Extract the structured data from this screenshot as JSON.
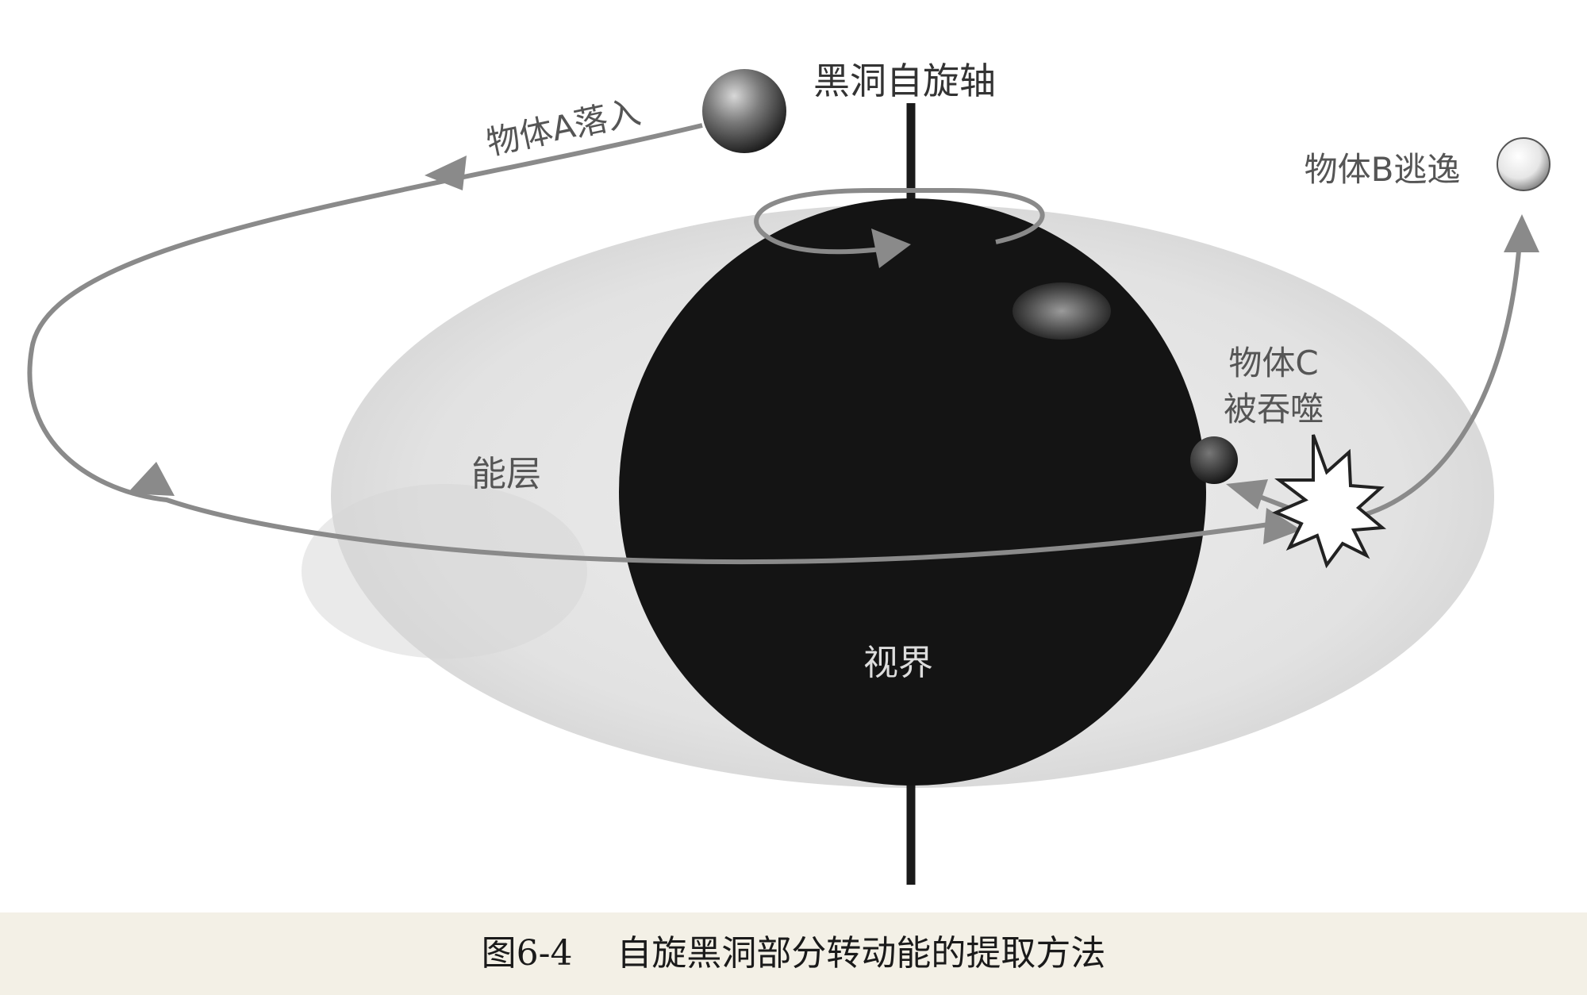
{
  "labels": {
    "spin_axis": "黑洞自旋轴",
    "object_a": "物体A落入",
    "object_b": "物体B逃逸",
    "object_c_line1": "物体C",
    "object_c_line2": "被吞噬",
    "ergosphere": "能层",
    "event_horizon": "视界"
  },
  "caption": "图6-4    自旋黑洞部分转动能的提取方法",
  "colors": {
    "black_hole": "#141414",
    "ergosphere": "#e4e4e4",
    "arrow": "#8a8a8a",
    "axis": "#1a1a1a",
    "caption_bg": "#f3f0e6"
  }
}
